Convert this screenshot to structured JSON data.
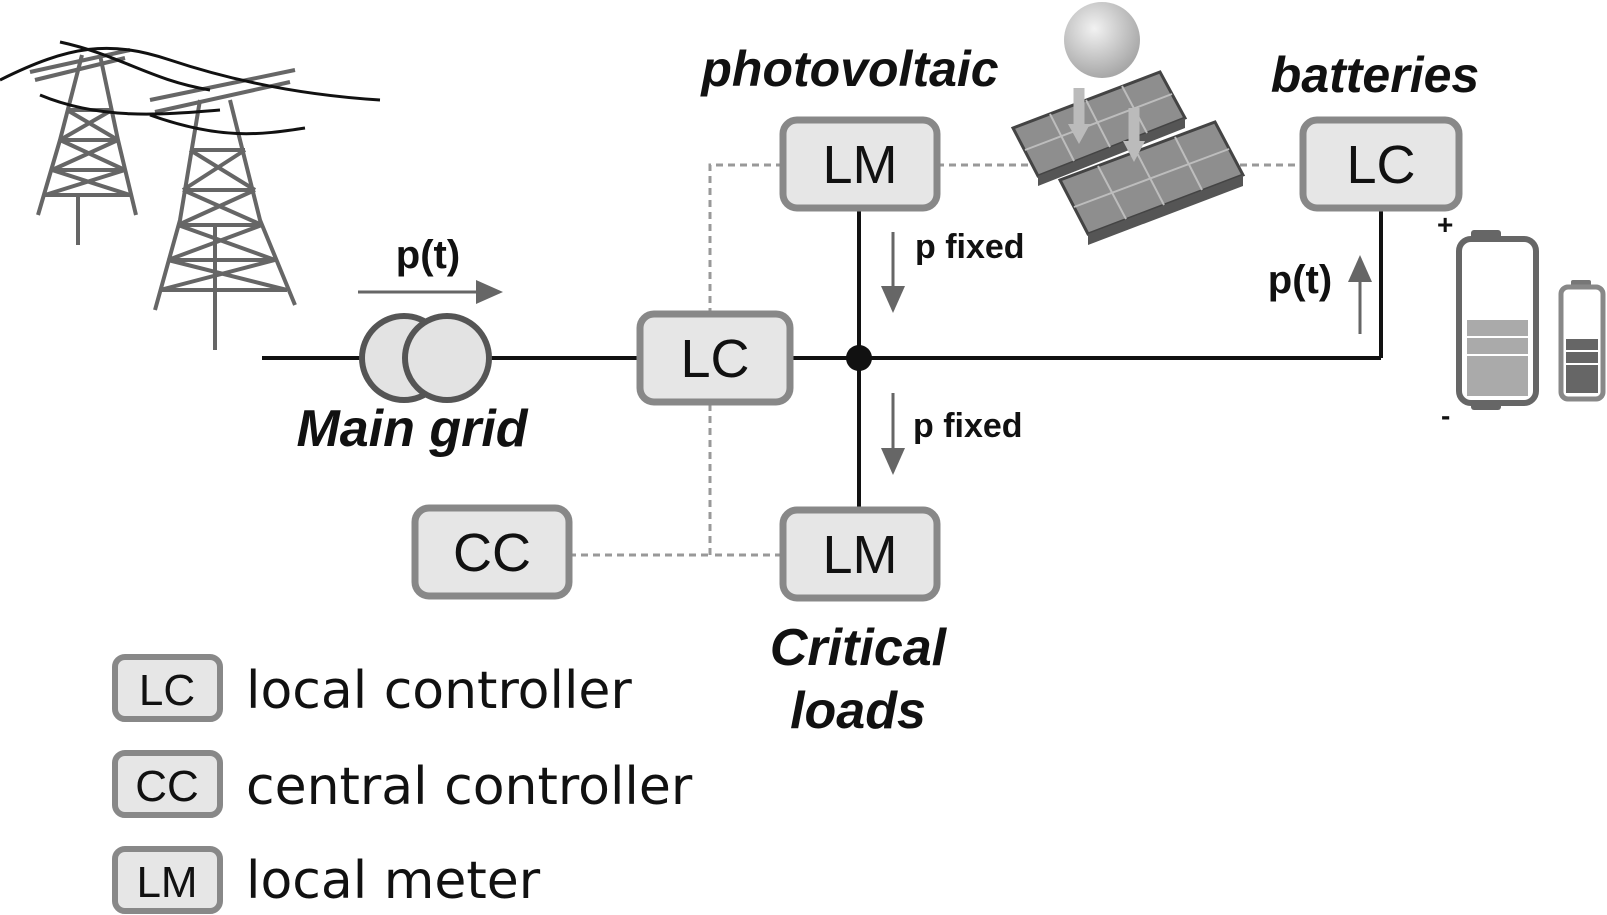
{
  "nodes": {
    "pv_meter": "LM",
    "battery_controller": "LC",
    "grid_controller": "LC",
    "central_controller": "CC",
    "loads_meter": "LM"
  },
  "labels": {
    "photovoltaic": "photovoltaic",
    "batteries": "batteries",
    "main_grid": "Main grid",
    "critical_loads_line1": "Critical",
    "critical_loads_line2": "loads",
    "grid_flow": "p(t)",
    "battery_flow": "p(t)",
    "pv_flow": "p fixed",
    "load_flow": "p fixed",
    "battery_plus": "+",
    "battery_minus": "-"
  },
  "legend": [
    {
      "key": "LC",
      "text": "local controller"
    },
    {
      "key": "CC",
      "text": "central controller"
    },
    {
      "key": "LM",
      "text": "local meter"
    }
  ],
  "icons": [
    "transmission-tower-icon",
    "transformer-icon",
    "sun-icon",
    "solar-panel-icon",
    "battery-icon"
  ],
  "colors": {
    "box_fill": "#e6e6e6",
    "box_border": "#888888",
    "wire": "#111111",
    "comm_link": "#999999"
  }
}
